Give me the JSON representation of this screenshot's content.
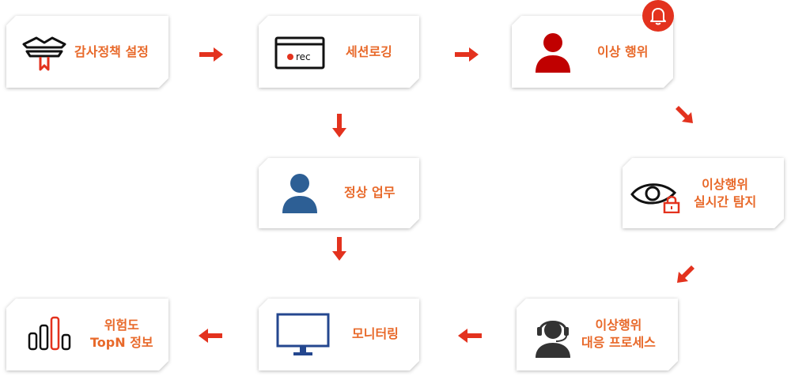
{
  "colors": {
    "accent_text": "#e8692a",
    "arrow": "#e3321e",
    "abnormal_user": "#c00000",
    "normal_user": "#2d5f95",
    "monitor": "#24478f",
    "bell": "#e3321e"
  },
  "nodes": {
    "audit_policy": {
      "icon": "audit-policy-icon",
      "lines": [
        "감사정책 설정"
      ]
    },
    "session_logging": {
      "icon": "rec-screen-icon",
      "lines": [
        "세션로깅"
      ],
      "icon_text": "rec"
    },
    "abnormal_behavior": {
      "icon": "abnormal-user-icon",
      "lines": [
        "이상 행위"
      ]
    },
    "realtime_detection": {
      "icon": "eye-lock-icon",
      "lines": [
        "이상행위",
        "실시간 탐지"
      ]
    },
    "normal_work": {
      "icon": "normal-user-icon",
      "lines": [
        "정상 업무"
      ]
    },
    "response_process": {
      "icon": "headset-operator-icon",
      "lines": [
        "이상행위",
        "대응 프로세스"
      ]
    },
    "monitoring": {
      "icon": "monitor-icon",
      "lines": [
        "모니터링"
      ]
    },
    "risk_topn": {
      "icon": "bar-chart-icon",
      "lines": [
        "위험도",
        "TopN 정보"
      ]
    }
  },
  "alert": {
    "icon": "bell-icon"
  }
}
